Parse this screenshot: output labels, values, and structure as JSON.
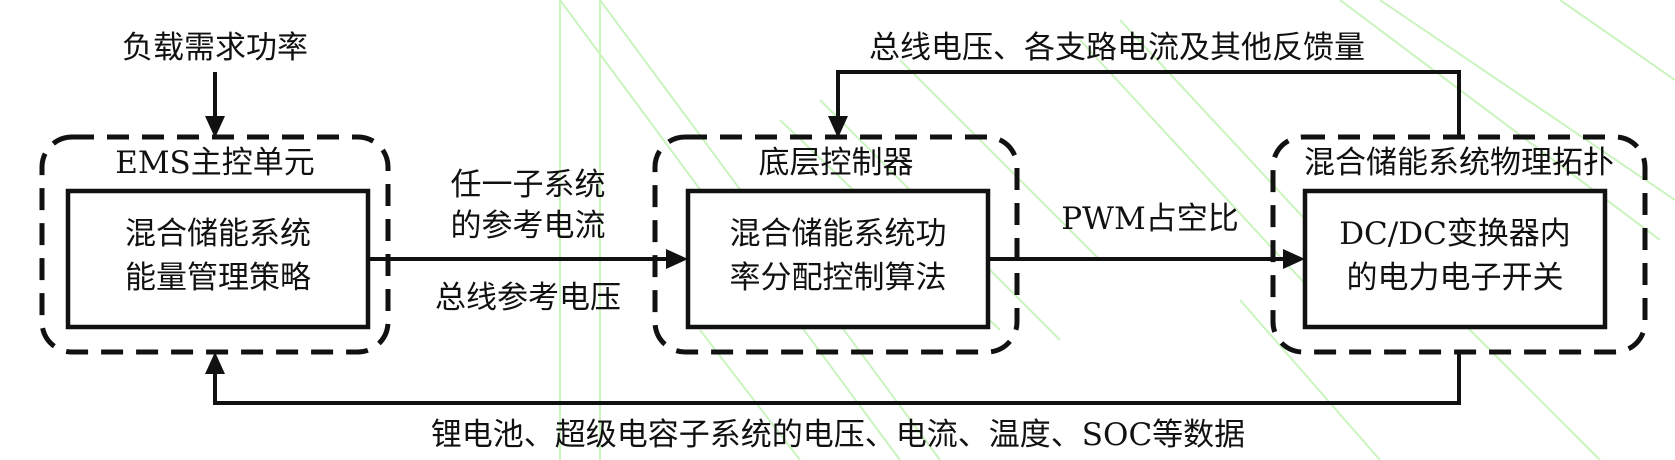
{
  "input_label": "负载需求功率",
  "feedback_top_label": "总线电压、各支路电流及其他反馈量",
  "feedback_bottom_label": "锂电池、超级电容子系统的电压、电流、温度、SOC等数据",
  "ems": {
    "title": "EMS主控单元",
    "inner_line1": "混合储能系统",
    "inner_line2": "能量管理策略"
  },
  "ems_to_controller": {
    "upper_line1": "任一子系统",
    "upper_line2": "的参考电流",
    "lower": "总线参考电压"
  },
  "controller": {
    "title": "底层控制器",
    "inner_line1": "混合储能系统功",
    "inner_line2": "率分配控制算法"
  },
  "controller_to_topology": {
    "label": "PWM占空比"
  },
  "topology": {
    "title": "混合储能系统物理拓扑",
    "inner_line1": "DC/DC变换器内",
    "inner_line2": "的电力电子开关"
  },
  "colors": {
    "ink": "#111111",
    "watermark": "#b8f0a8"
  }
}
